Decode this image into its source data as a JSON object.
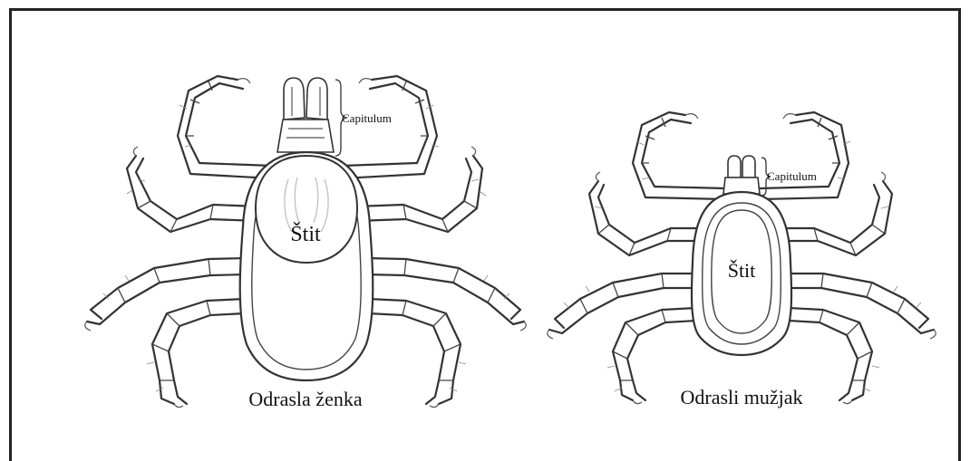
{
  "female": {
    "caption": "Odrasla ženka",
    "scutum_label": "Štit",
    "capitulum_label": "Capitulum"
  },
  "male": {
    "caption": "Odrasli mužjak",
    "scutum_label": "Štit",
    "capitulum_label": "Capitulum"
  },
  "colors": {
    "line": "#333333",
    "frame": "#222222",
    "background": "#ffffff"
  }
}
